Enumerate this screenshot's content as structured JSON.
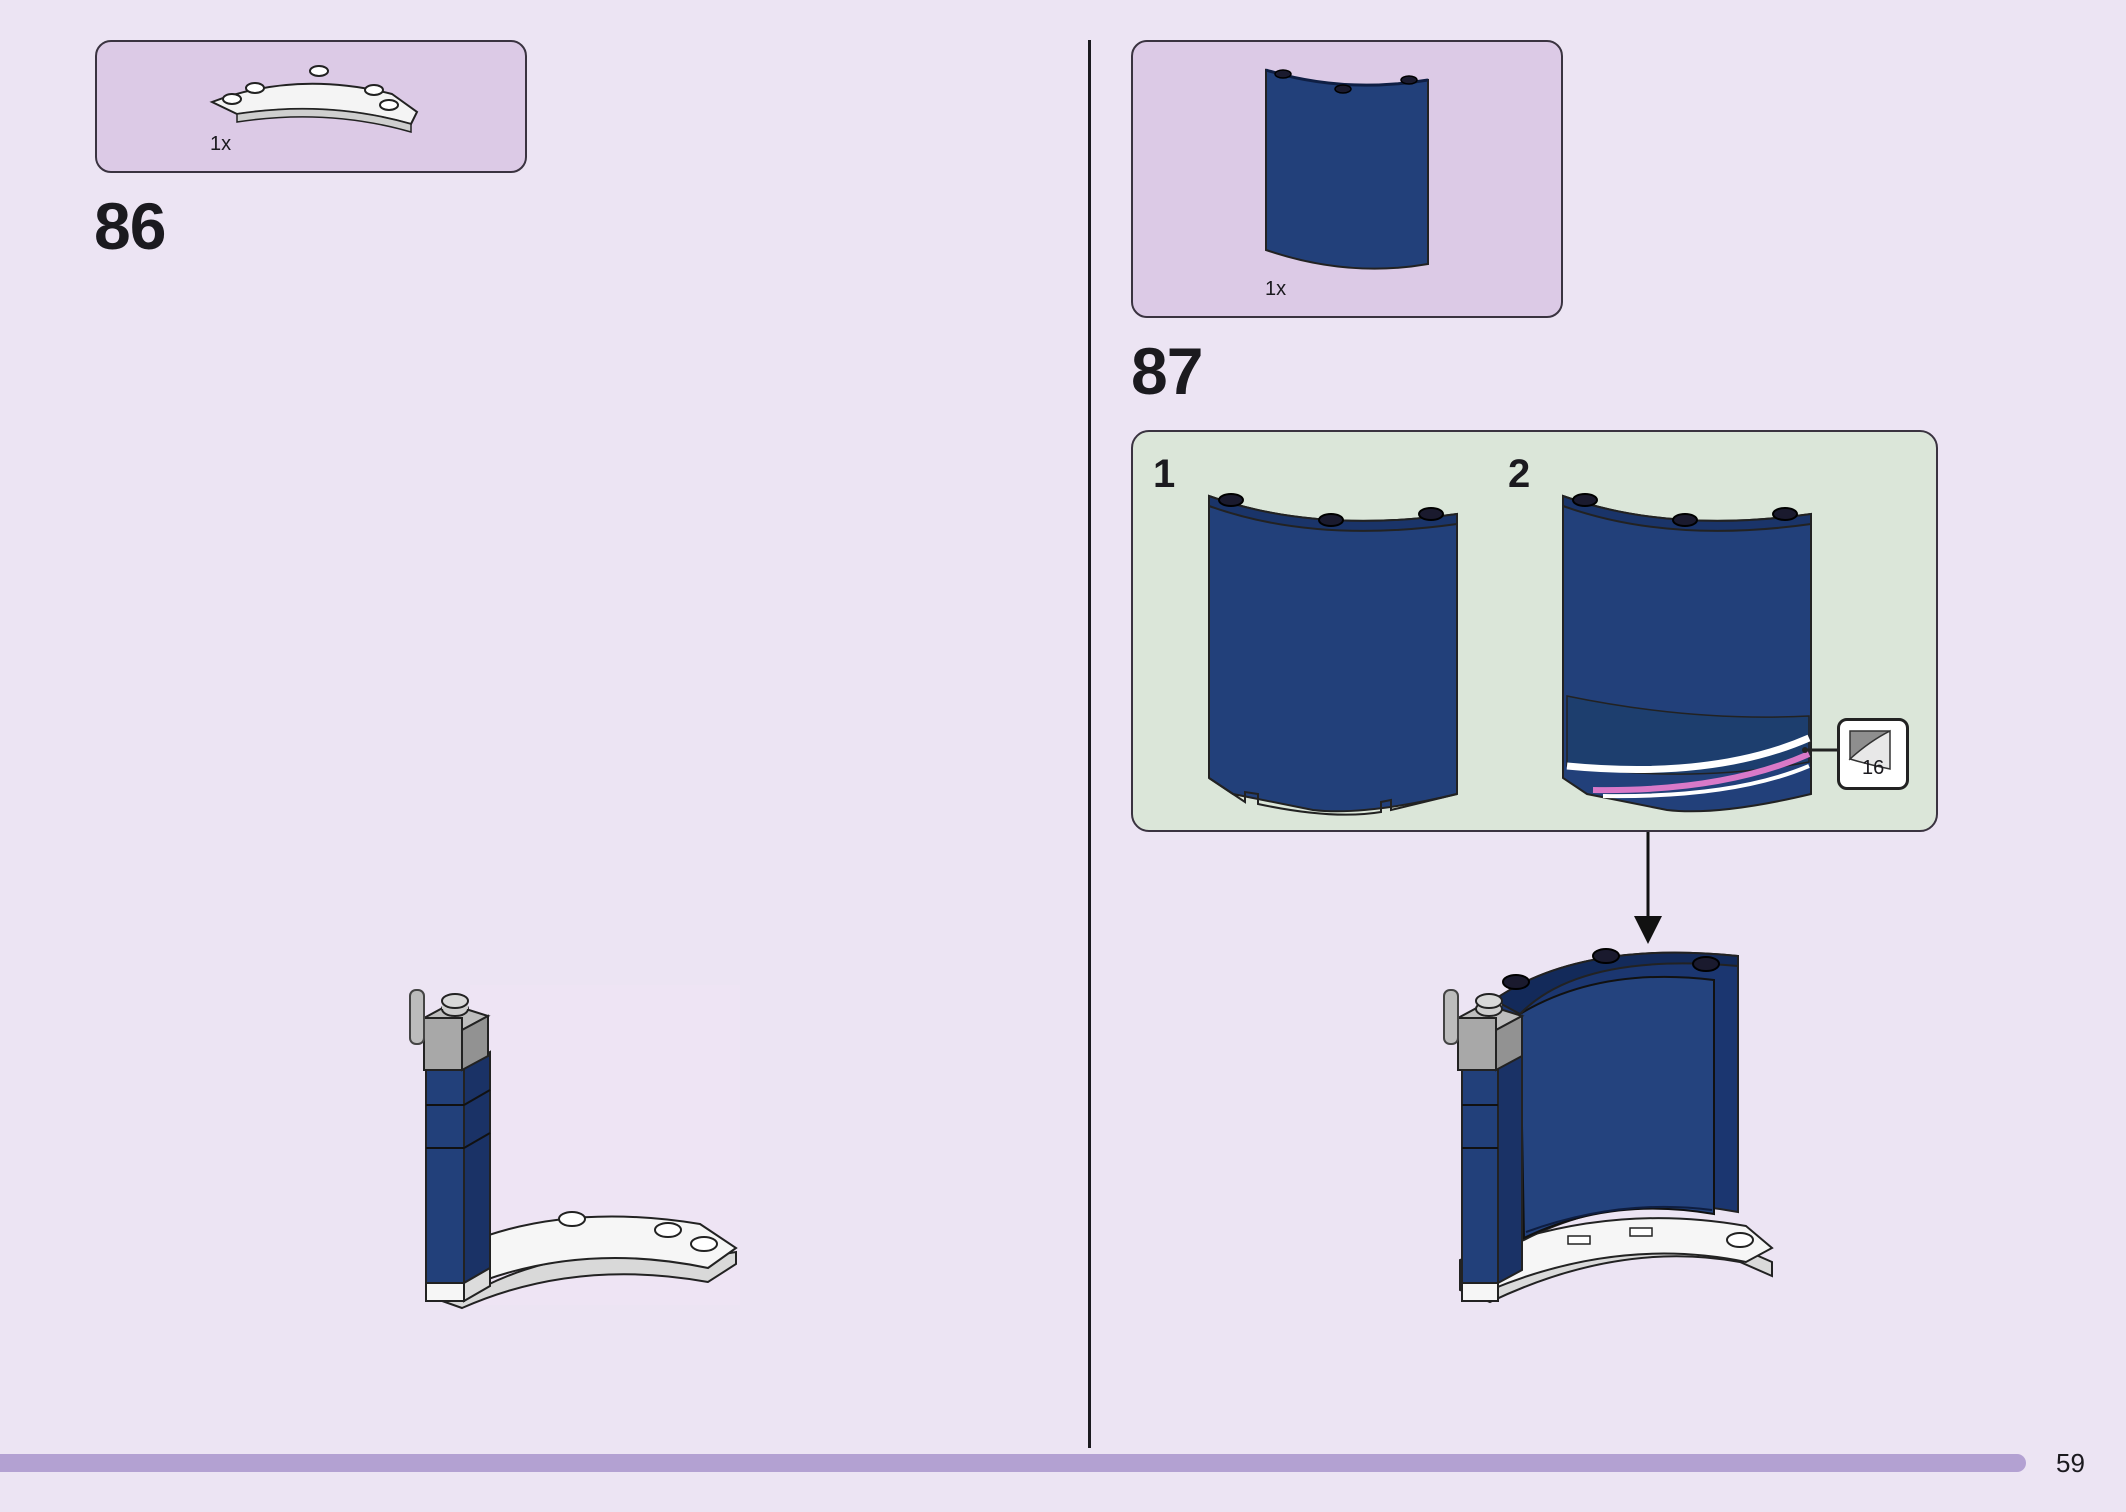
{
  "steps": [
    {
      "number": "86",
      "parts": [
        {
          "qty": "1x",
          "part": "curved-plate-white-icon"
        }
      ]
    },
    {
      "number": "87",
      "parts": [
        {
          "qty": "1x",
          "part": "curved-panel-blue-icon"
        }
      ],
      "substeps": [
        {
          "number": "1"
        },
        {
          "number": "2",
          "sticker": "16"
        }
      ]
    }
  ],
  "page": {
    "number": "59"
  },
  "colors": {
    "background": "#ece4f3",
    "parts_box": "#dccae6",
    "substep_box": "#dbe6d9",
    "brick_blue": "#213f7a",
    "footer_bar": "#b3a1d2"
  }
}
